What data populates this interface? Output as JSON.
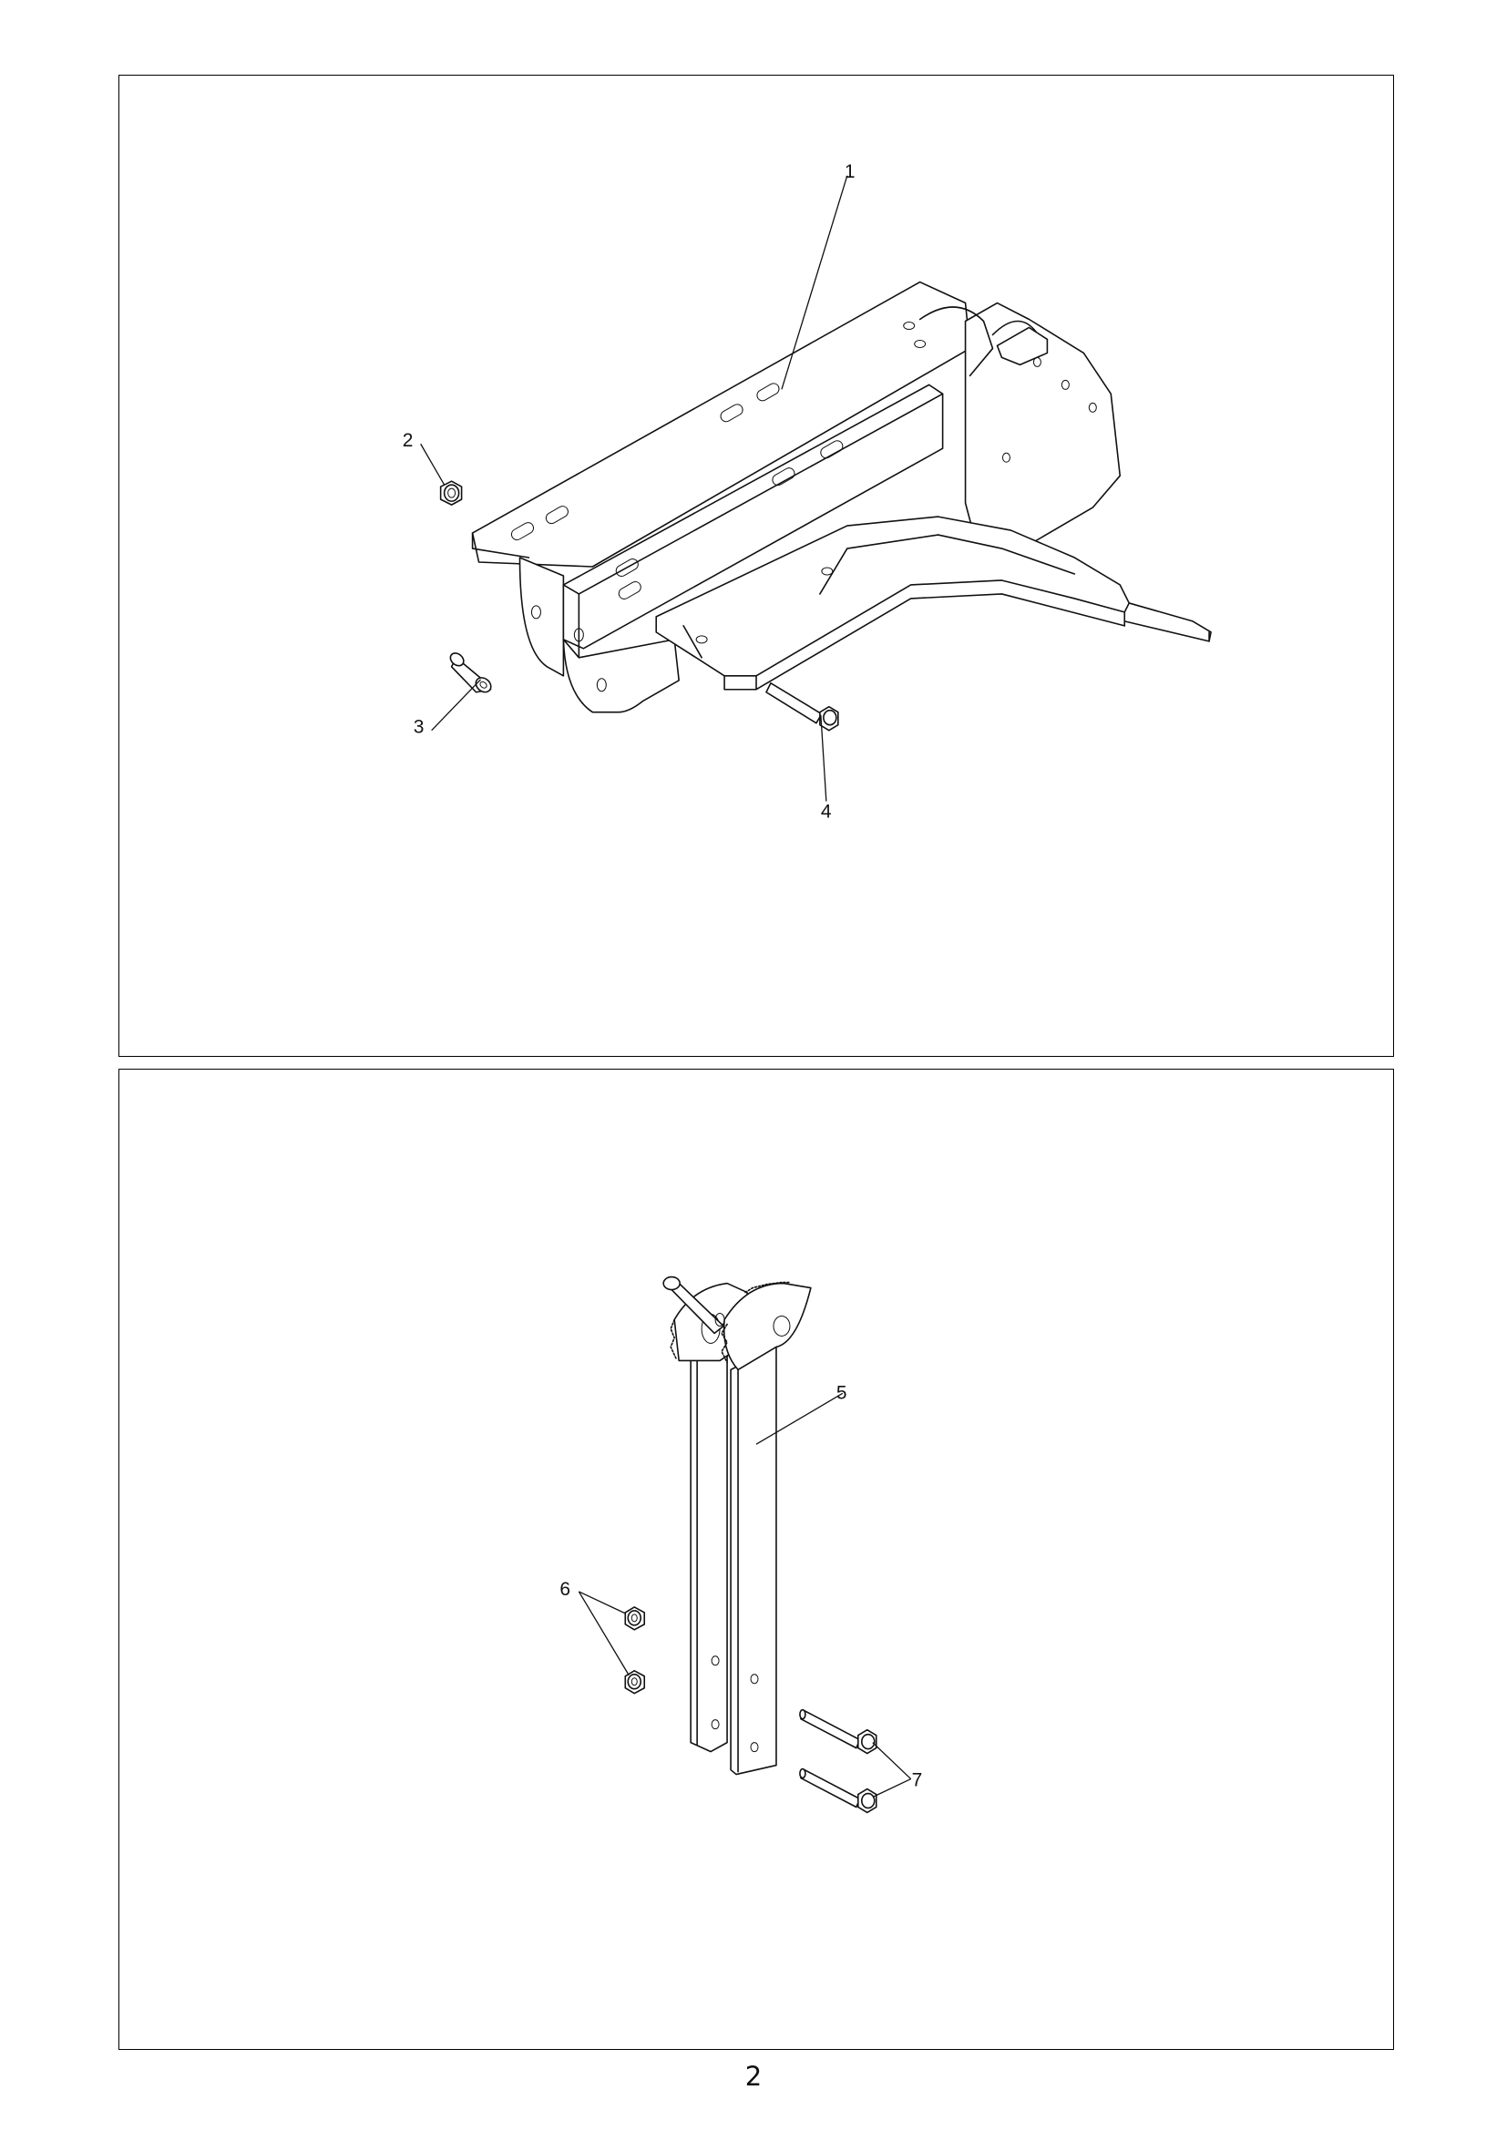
{
  "page": {
    "number": "2"
  },
  "top_panel": {
    "callouts": [
      {
        "id": "1",
        "label": "1"
      },
      {
        "id": "2",
        "label": "2"
      },
      {
        "id": "3",
        "label": "3"
      },
      {
        "id": "4",
        "label": "4"
      }
    ]
  },
  "bottom_panel": {
    "callouts": [
      {
        "id": "5",
        "label": "5"
      },
      {
        "id": "6",
        "label": "6"
      },
      {
        "id": "7",
        "label": "7"
      }
    ]
  }
}
